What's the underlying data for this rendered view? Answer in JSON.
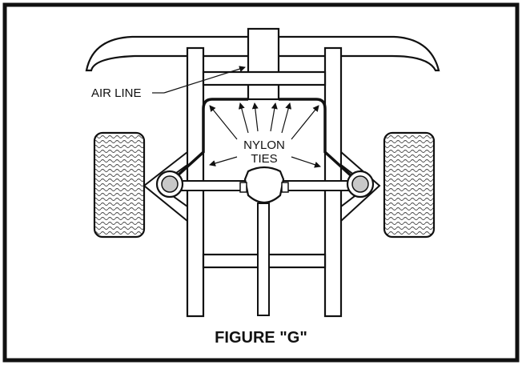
{
  "figure": {
    "caption": "FIGURE \"G\"",
    "labels": {
      "air_line": "AIR LINE",
      "nylon": "NYLON",
      "ties": "TIES"
    }
  },
  "colors": {
    "ink": "#111111",
    "paper": "#ffffff",
    "tire_fill": "#dddddd",
    "bag_fill": "#c8c8c8"
  }
}
